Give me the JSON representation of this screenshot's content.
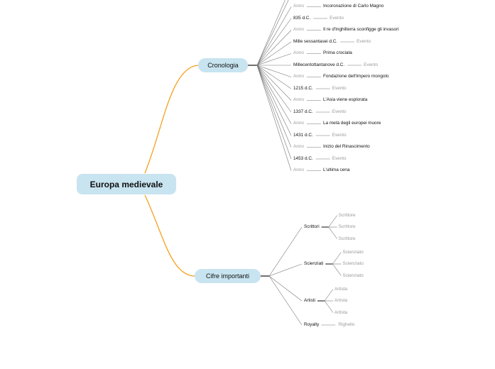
{
  "root": {
    "label": "Europa medievale"
  },
  "cronologia": {
    "label": "Cronologia",
    "timeline": [
      {
        "left": "Anno",
        "right": "Incoronazione di Carlo Magno"
      },
      {
        "left": "835 d.C.",
        "right": "Evento"
      },
      {
        "left": "Anno",
        "right": "Il re d'Inghilterra sconfigge gli invasori"
      },
      {
        "left": "Mille sessantasei d.C.",
        "right": "Evento"
      },
      {
        "left": "Anno",
        "right": "Prima crociata"
      },
      {
        "left": "Millecentottantanove d.C.",
        "right": "Evento"
      },
      {
        "left": "Anno",
        "right": "Fondazione dell'Impero mongolo"
      },
      {
        "left": "1215 d.C.",
        "right": "Evento"
      },
      {
        "left": "Anno",
        "right": "L'Asia viene esplorata"
      },
      {
        "left": "1337 d.C.",
        "right": "Evento"
      },
      {
        "left": "Anno",
        "right": "La metà degli europei muore"
      },
      {
        "left": "1431 d.C.",
        "right": "Evento"
      },
      {
        "left": "Anno",
        "right": "Inizio del Rinascimento"
      },
      {
        "left": "1453 d.C.",
        "right": "Evento"
      },
      {
        "left": "Anno",
        "right": "L'ultima cena"
      }
    ]
  },
  "cifre": {
    "label": "Cifre importanti",
    "groups": [
      {
        "label": "Scrittori",
        "children": [
          "Scrittore",
          "Scrittore",
          "Scrittore"
        ]
      },
      {
        "label": "Scienziati",
        "children": [
          "Scienziato",
          "Scienziato",
          "Scienziato"
        ]
      },
      {
        "label": "Artisti",
        "children": [
          "Artista",
          "Artista",
          "Artista"
        ]
      },
      {
        "label": "Royalty",
        "children": [
          "Righello"
        ]
      }
    ]
  },
  "colors": {
    "root_link": "#f5a01f",
    "branch_fill": "#c8e4f0",
    "line": "#777777",
    "muted_text": "#9a9a9a"
  }
}
